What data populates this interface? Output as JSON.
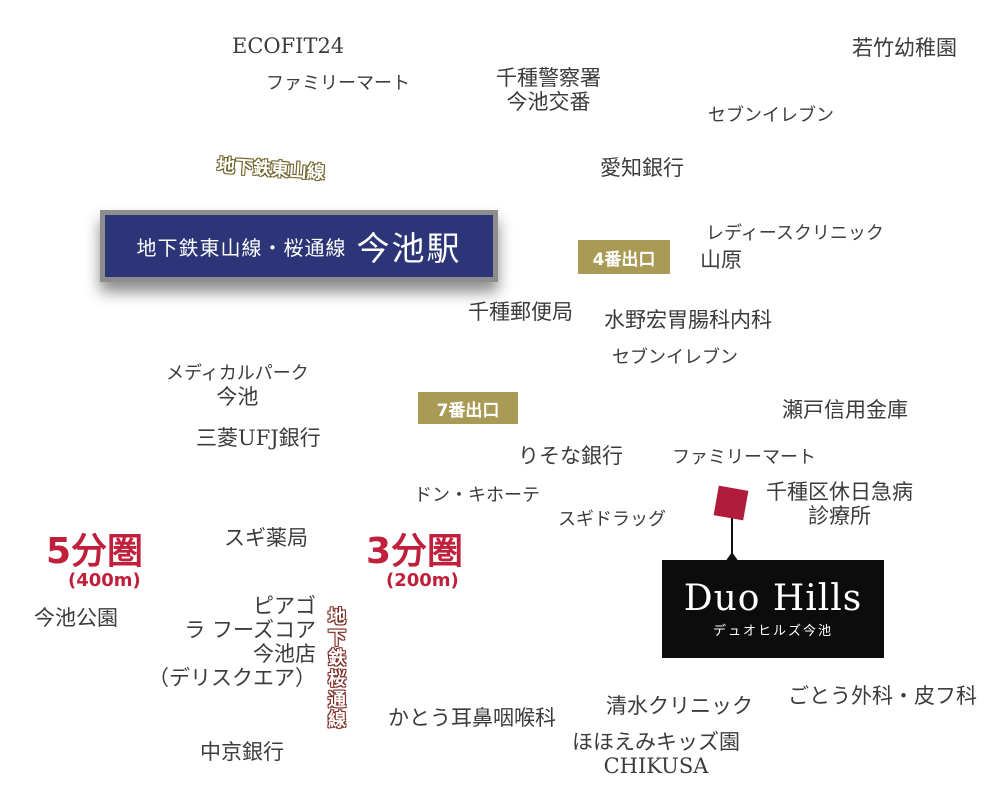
{
  "station": {
    "lines": "地下鉄東山線・桜通線",
    "name": "今池駅"
  },
  "line_tags": {
    "higashiyama": "地下鉄東山線",
    "sakuradori": [
      "地",
      "下",
      "鉄",
      "桜",
      "通",
      "線"
    ]
  },
  "exits": {
    "exit4": "4番出口",
    "exit7": "7番出口"
  },
  "rings": {
    "r5": {
      "title": "5分圏",
      "sub": "(400m)"
    },
    "r3": {
      "title": "3分圏",
      "sub": "(200m)"
    }
  },
  "property": {
    "name": "Duo Hills",
    "sub": "デュオヒルズ今池"
  },
  "places": {
    "ecofit": "ECOFIT24",
    "familymart1": "ファミリーマート",
    "police": [
      "千種警察署",
      "今池交番"
    ],
    "wakatake": "若竹幼稚園",
    "seven1": "セブンイレブン",
    "aichi_bank": "愛知銀行",
    "ladies": "レディースクリニック",
    "yamahara": "山原",
    "post": "千種郵便局",
    "mizuno": "水野宏胃腸科内科",
    "seven2": "セブンイレブン",
    "medical": [
      "メディカルパーク",
      "今池"
    ],
    "seto": "瀬戸信用金庫",
    "mufg": "三菱UFJ銀行",
    "resona": "りそな銀行",
    "familymart2": "ファミリーマート",
    "donki": "ドン・キホーテ",
    "chikusa_clinic": [
      "千種区休日急病",
      "診療所"
    ],
    "sugi_drug": "スギドラッグ",
    "sugi_yakkyoku": "スギ薬局",
    "imaike_park": "今池公園",
    "piago": [
      "ピアゴ",
      "ラ フーズコア",
      "今池店",
      "（デリスクエア）"
    ],
    "goto": "ごとう外科・皮フ科",
    "kato": "かとう耳鼻咽喉科",
    "shimizu": "清水クリニック",
    "hohoemi": [
      "ほほえみキッズ園",
      "CHIKUSA"
    ],
    "chukyo_bank": "中京銀行"
  }
}
